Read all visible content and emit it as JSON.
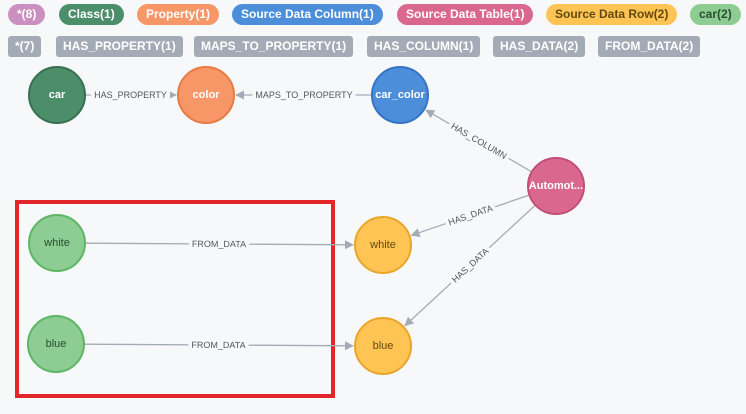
{
  "node_legend": [
    {
      "label": "*(8)",
      "bg": "#c990c0",
      "fg": "#ffffff"
    },
    {
      "label": "Class(1)",
      "bg": "#4c8e6a",
      "fg": "#ffffff"
    },
    {
      "label": "Property(1)",
      "bg": "#f79767",
      "fg": "#ffffff"
    },
    {
      "label": "Source Data Column(1)",
      "bg": "#4c8eda",
      "fg": "#ffffff"
    },
    {
      "label": "Source Data Table(1)",
      "bg": "#d9678e",
      "fg": "#ffffff"
    },
    {
      "label": "Source Data Row(2)",
      "bg": "#ffc454",
      "fg": "#604a0e"
    },
    {
      "label": "car(2)",
      "bg": "#8dcc93",
      "fg": "#2a4e2e"
    }
  ],
  "rel_legend": [
    {
      "label": "*(7)"
    },
    {
      "label": "HAS_PROPERTY(1)"
    },
    {
      "label": "MAPS_TO_PROPERTY(1)"
    },
    {
      "label": "HAS_COLUMN(1)"
    },
    {
      "label": "HAS_DATA(2)"
    },
    {
      "label": "FROM_DATA(2)"
    }
  ],
  "graph": {
    "nodes": [
      {
        "id": "car",
        "label": "car",
        "fill": "#4c8e6a",
        "stroke": "#3a7052",
        "text": "#ffffff"
      },
      {
        "id": "color",
        "label": "color",
        "fill": "#f79767",
        "stroke": "#e67b43",
        "text": "#ffffff"
      },
      {
        "id": "car_color",
        "label": "car_color",
        "fill": "#4c8eda",
        "stroke": "#3475c2",
        "text": "#ffffff"
      },
      {
        "id": "automot",
        "label": "Automot...",
        "fill": "#d9678e",
        "stroke": "#c24f76",
        "text": "#ffffff"
      },
      {
        "id": "row_white",
        "label": "white",
        "fill": "#ffc454",
        "stroke": "#eaa52c",
        "text": "#604a0e"
      },
      {
        "id": "row_blue",
        "label": "blue",
        "fill": "#ffc454",
        "stroke": "#eaa52c",
        "text": "#604a0e"
      },
      {
        "id": "car_white",
        "label": "white",
        "fill": "#8dcc93",
        "stroke": "#5db665",
        "text": "#2a4e2e"
      },
      {
        "id": "car_blue",
        "label": "blue",
        "fill": "#8dcc93",
        "stroke": "#5db665",
        "text": "#2a4e2e"
      }
    ],
    "edges": [
      {
        "from": "car",
        "to": "color",
        "label": "HAS_PROPERTY"
      },
      {
        "from": "car_color",
        "to": "color",
        "label": "MAPS_TO_PROPERTY"
      },
      {
        "from": "automot",
        "to": "car_color",
        "label": "HAS_COLUMN"
      },
      {
        "from": "automot",
        "to": "row_white",
        "label": "HAS_DATA"
      },
      {
        "from": "automot",
        "to": "row_blue",
        "label": "HAS_DATA"
      },
      {
        "from": "car_white",
        "to": "row_white",
        "label": "FROM_DATA"
      },
      {
        "from": "car_blue",
        "to": "row_blue",
        "label": "FROM_DATA"
      }
    ]
  },
  "highlight": {
    "color": "#e3262a"
  }
}
